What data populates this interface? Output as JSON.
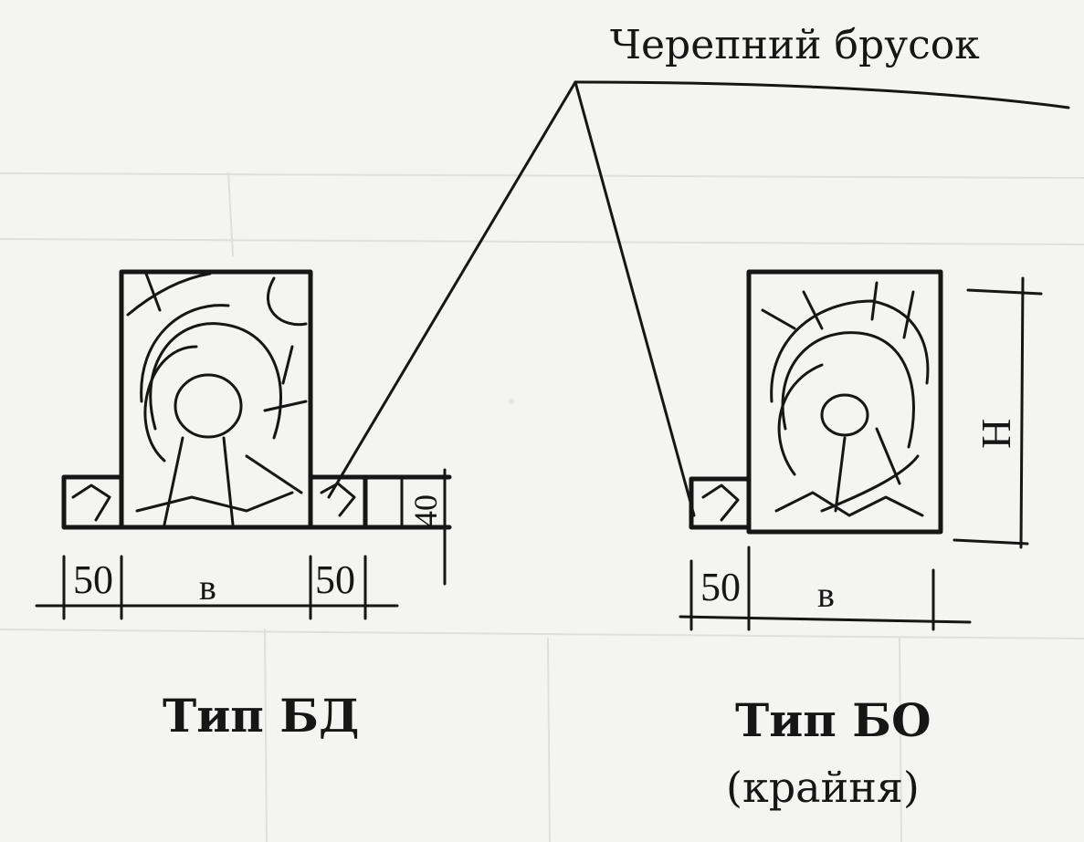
{
  "callout_label": "Черепний брусок",
  "type_bd": {
    "caption": "Тип БД",
    "dim_left": "50",
    "dim_width": "в",
    "dim_right": "50",
    "dim_ledge_height": "40"
  },
  "type_bo": {
    "caption": "Тип БО",
    "note": "(крайня)",
    "dim_left": "50",
    "dim_width": "в",
    "dim_height": "Н"
  },
  "colors": {
    "ink": "#161616",
    "paper": "#f4f4f2"
  }
}
